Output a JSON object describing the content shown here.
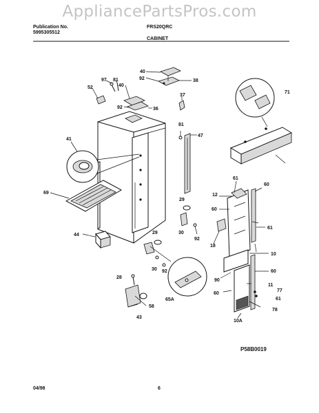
{
  "watermark": "AppliancePartsPros.com",
  "header": {
    "publication_label": "Publication No.",
    "publication_number": "5995305512",
    "model": "FRS20QRC",
    "section_title": "CABINET"
  },
  "part_labels": [
    "40",
    "92",
    "38",
    "97",
    "81",
    "52",
    "40",
    "92",
    "36",
    "37",
    "71",
    "41",
    "81",
    "47",
    "69",
    "12",
    "60",
    "61",
    "29",
    "60",
    "61",
    "18",
    "44",
    "29",
    "30",
    "92",
    "10",
    "30",
    "60",
    "90",
    "92",
    "28",
    "65A",
    "11",
    "77",
    "58",
    "60",
    "61",
    "78",
    "43",
    "10A"
  ],
  "drawing_code": "P58B0019",
  "footer": {
    "date": "04/98",
    "page": "6"
  }
}
